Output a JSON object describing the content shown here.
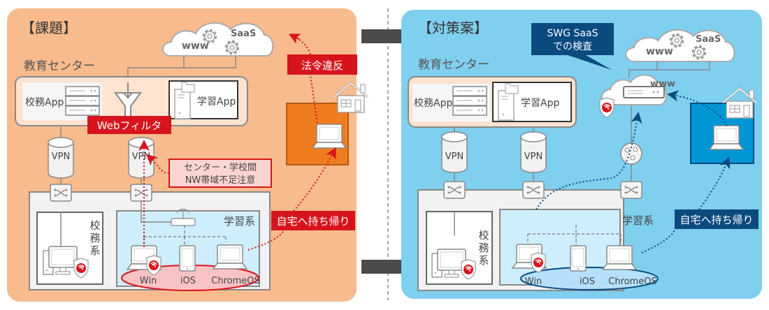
{
  "colors": {
    "problem_bg": "#f8bb8d",
    "solution_bg": "#7fcfef",
    "red": "#d7141d",
    "navy": "#0a4a7f",
    "gray": "#8a8a8a",
    "arrow": "#4a4a4a",
    "home_orange": "#f07c20",
    "home_blue": "#0096d6"
  },
  "left": {
    "title": "【課題】",
    "center_label": "教育センター",
    "app_admin": "校務App",
    "app_learning": "学習App",
    "web_filter": "Webフィルタ",
    "cloud_www": "www",
    "cloud_saas": "SaaS",
    "legal_violation": "法令違反",
    "vpn1": "VPN",
    "vpn2": "VPN",
    "bandwidth_note_line1": "センター・学校間",
    "bandwidth_note_line2": "NW帯域不足注意",
    "admin_system": "校務系",
    "learning_system": "学習系",
    "take_home": "自宅へ持ち帰り",
    "devices": [
      "Win",
      "iOS",
      "ChromeOS"
    ]
  },
  "right": {
    "title": "【対策案】",
    "center_label": "教育センター",
    "app_admin": "校務App",
    "app_learning": "学習App",
    "callout_line1": "SWG SaaS",
    "callout_line2": "での検査",
    "cloud_www": "www",
    "cloud_saas": "SaaS",
    "swg_www": "www",
    "vpn1": "VPN",
    "vpn2": "VPN",
    "admin_system": "校務系",
    "learning_system": "学習系",
    "take_home": "自宅へ持ち帰り",
    "devices": [
      "Win",
      "iOS",
      "ChromeOS"
    ]
  }
}
